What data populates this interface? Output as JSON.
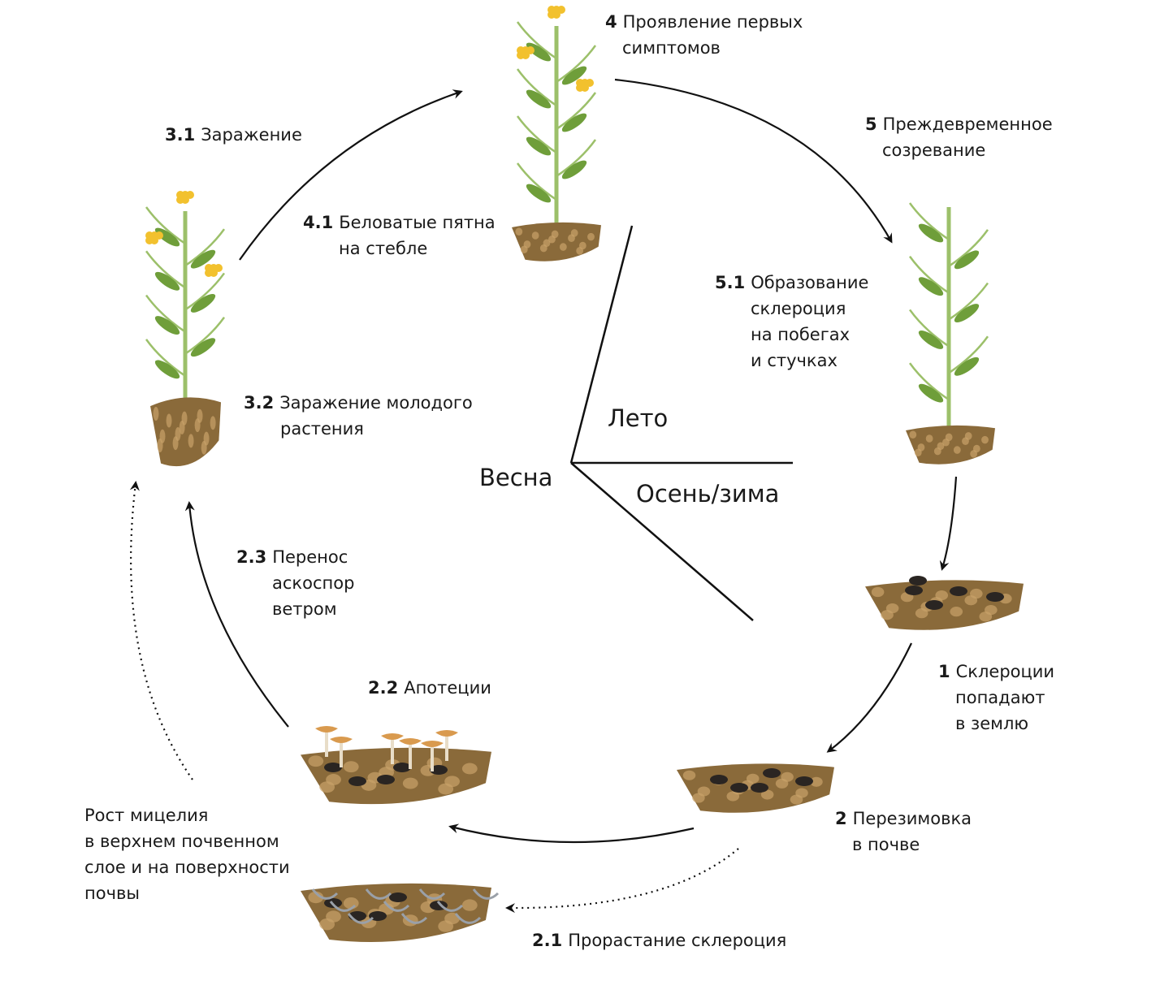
{
  "labels": {
    "l4": {
      "num": "4",
      "lines": [
        "Проявление первых",
        "симптомов"
      ]
    },
    "l5": {
      "num": "5",
      "lines": [
        "Преждевременное",
        "созревание"
      ]
    },
    "l31": {
      "num": "3.1",
      "lines": [
        "Заражение"
      ]
    },
    "l41": {
      "num": "4.1",
      "lines": [
        "Беловатые пятна",
        "на стебле"
      ]
    },
    "l51": {
      "num": "5.1",
      "lines": [
        "Образование",
        "склероция",
        "на побегах",
        "и стучках"
      ]
    },
    "l32": {
      "num": "3.2",
      "lines": [
        "Заражение молодого",
        "растения"
      ]
    },
    "l23": {
      "num": "2.3",
      "lines": [
        "Перенос",
        "аскоспор",
        "ветром"
      ]
    },
    "l22": {
      "num": "2.2",
      "lines": [
        "Апотеции"
      ]
    },
    "l1": {
      "num": "1",
      "lines": [
        "Склероции",
        "попадают",
        "в землю"
      ]
    },
    "l2": {
      "num": "2",
      "lines": [
        "Перезимовка",
        "в почве"
      ]
    },
    "l21": {
      "num": "2.1",
      "lines": [
        "Прорастание склероция"
      ]
    },
    "myc": {
      "num": "",
      "lines": [
        "Рост мицелия",
        "в верхнем почвенном",
        "слое и на поверхности",
        "почвы"
      ]
    }
  },
  "seasons": {
    "summer": "Лето",
    "spring": "Весна",
    "autumn_winter": "Осень/зима"
  },
  "colors": {
    "soil": "#8a6a3a",
    "soil_light": "#c9a36a",
    "stem": "#9cc06a",
    "leaf": "#6f9e3a",
    "flower": "#f2c12e",
    "sclerotium": "#2a2522",
    "apothecium": "#d99a4e"
  }
}
